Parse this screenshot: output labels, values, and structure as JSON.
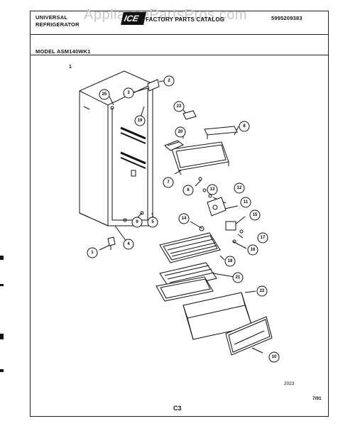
{
  "header": {
    "brand_line1": "UNIVERSAL",
    "brand_line2": "REFRIGERATOR",
    "catalog_title": "FACTORY PARTS CATALOG",
    "part_number": "5995209383",
    "watermark": "AppliancePartsPros.com",
    "logo_text": "ICE"
  },
  "model_label": "MODEL ASM140WK1",
  "figure_number": "1",
  "footer": {
    "drawing_code": "2023",
    "date": "7/91",
    "page": "C3"
  },
  "callouts": [
    "1",
    "2",
    "3",
    "4",
    "5",
    "6",
    "7",
    "8",
    "9",
    "10",
    "11",
    "12",
    "13",
    "14",
    "15",
    "16",
    "17",
    "18",
    "19",
    "20",
    "21",
    "22",
    "23",
    "25"
  ]
}
